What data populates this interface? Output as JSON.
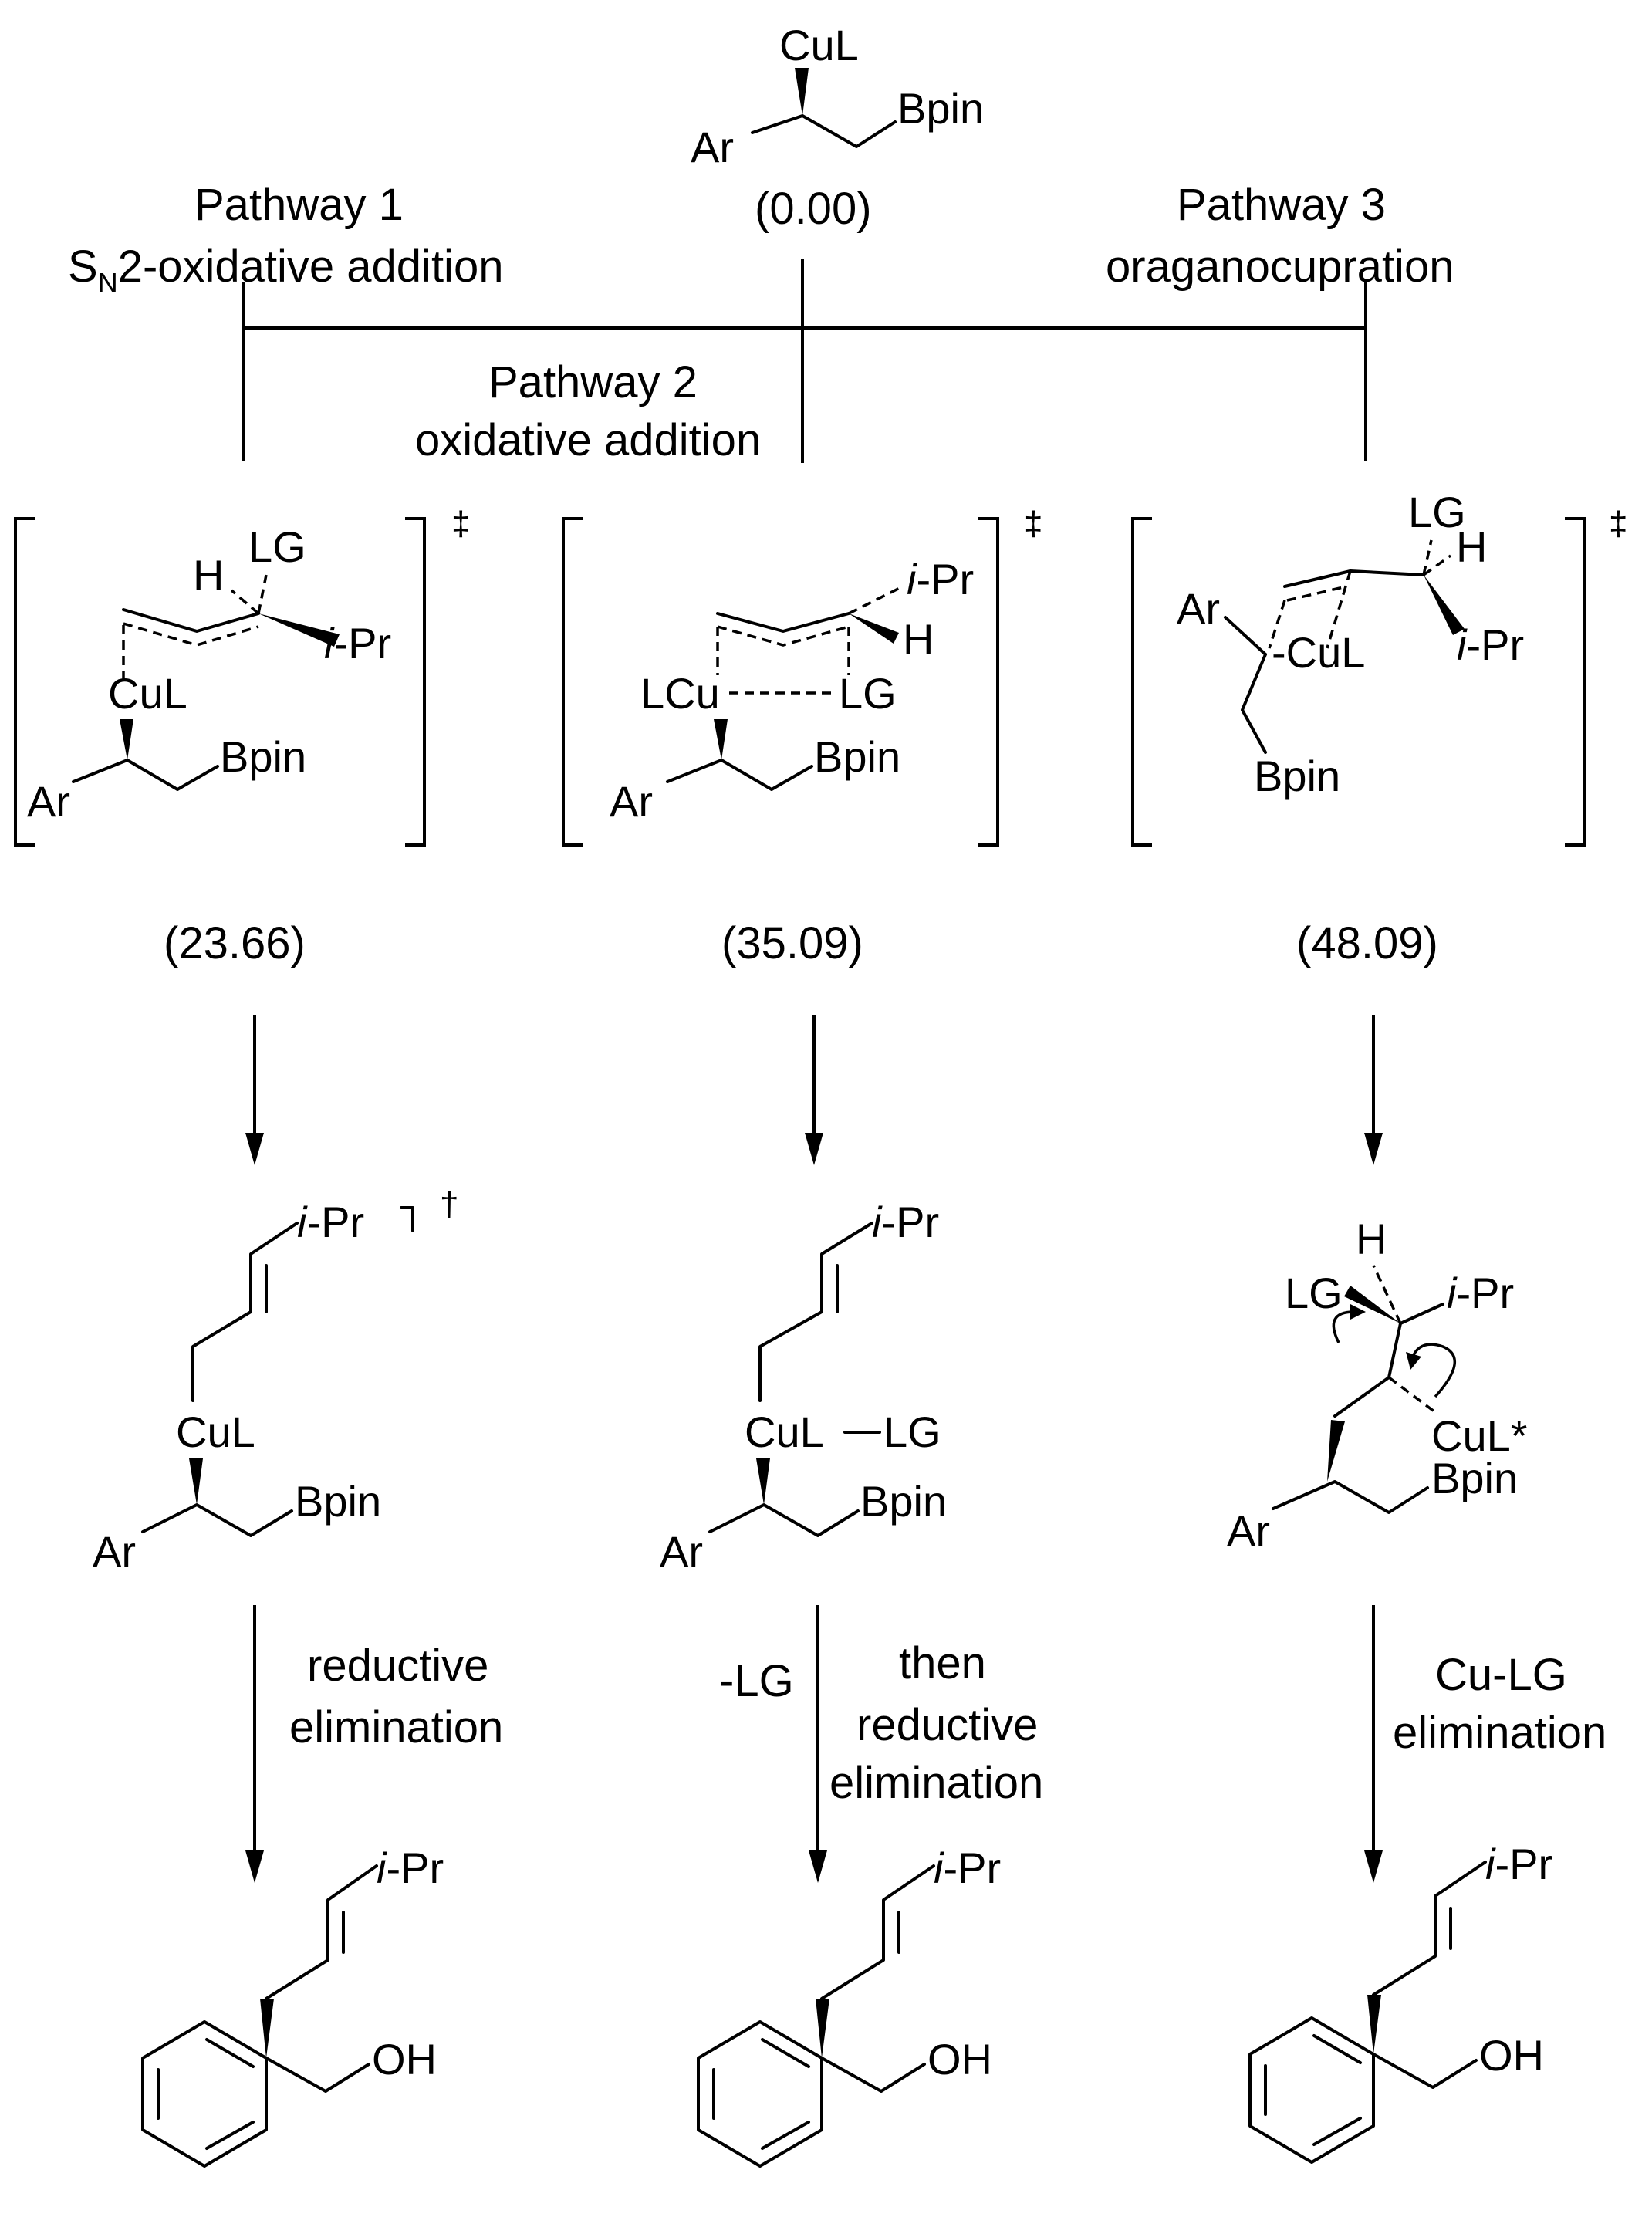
{
  "start": {
    "cu": "CuL",
    "ar": "Ar",
    "bpin": "Bpin",
    "energy": "(0.00)"
  },
  "pathways": [
    {
      "title_line1": "Pathway 1",
      "title_line2": "2-oxidative addition",
      "title_prefix": "S",
      "title_sub": "N",
      "ts_energy": "(23.66)",
      "ts_mark": "‡",
      "ts_labels": {
        "h": "H",
        "lg": "LG",
        "ipr_i": "i",
        "ipr": "-Pr",
        "cu": "CuL",
        "ar": "Ar",
        "bpin": "Bpin"
      },
      "int_labels": {
        "ipr_i": "i",
        "ipr": "-Pr",
        "cu": "CuL",
        "ar": "Ar",
        "bpin": "Bpin",
        "mark": "†"
      },
      "step_label": [
        "reductive",
        "elimination"
      ],
      "product": {
        "ipr_i": "i",
        "ipr": "-Pr",
        "oh": "OH"
      }
    },
    {
      "title_line1": "Pathway 2",
      "title_line2": "oxidative addition",
      "ts_energy": "(35.09)",
      "ts_mark": "‡",
      "ts_labels": {
        "ipr_i": "i",
        "ipr": "-Pr",
        "h": "H",
        "lcu": "LCu",
        "lg": "LG",
        "ar": "Ar",
        "bpin": "Bpin"
      },
      "int_labels": {
        "ipr_i": "i",
        "ipr": "-Pr",
        "cu": "CuL",
        "lg": "LG",
        "ar": "Ar",
        "bpin": "Bpin"
      },
      "step_left": "-LG",
      "step_label": [
        "then",
        "reductive",
        "elimination"
      ],
      "product": {
        "ipr_i": "i",
        "ipr": "-Pr",
        "oh": "OH"
      }
    },
    {
      "title_line1": "Pathway 3",
      "title_line2": "oraganocupration",
      "ts_energy": "(48.09)",
      "ts_mark": "‡",
      "ts_labels": {
        "lg": "LG",
        "h": "H",
        "ar": "Ar",
        "cu": "-CuL",
        "ipr_i": "i",
        "ipr": "-Pr",
        "bpin": "Bpin"
      },
      "int_labels": {
        "h": "H",
        "lg": "LG",
        "ipr_i": "i",
        "ipr": "-Pr",
        "cu": "CuL*",
        "ar": "Ar",
        "bpin": "Bpin"
      },
      "step_label": [
        "Cu-LG",
        "elimination"
      ],
      "product": {
        "ipr_i": "i",
        "ipr": "-Pr",
        "oh": "OH"
      }
    }
  ]
}
